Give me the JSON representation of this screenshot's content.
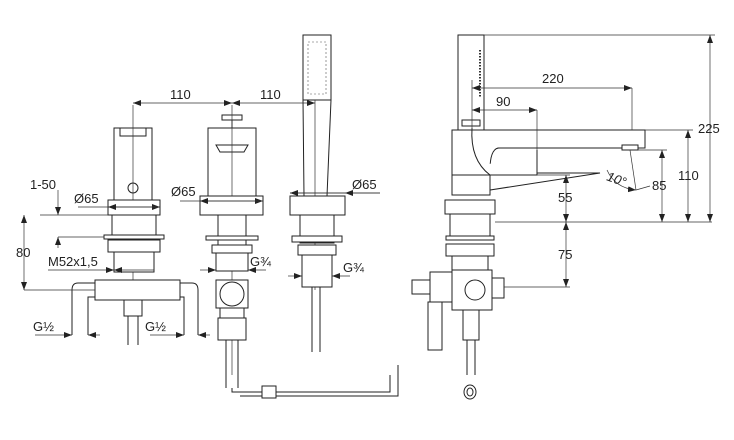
{
  "title": "Bath mixer 3-hole / side view dimension drawing",
  "dimensions": {
    "spacing_left": "110",
    "spacing_right": "110",
    "deck_thickness": "1-50",
    "dia_mixer": "Ø65",
    "dia_valve": "Ø65",
    "dia_handshower": "Ø65",
    "height_80": "80",
    "thread": "M52x1,5",
    "g34_valve": "G¾",
    "g34_handshower": "G¾",
    "g12_left": "G½",
    "g12_right": "G½",
    "reach_220": "220",
    "reach_90": "90",
    "height_225": "225",
    "height_110": "110",
    "height_85": "85",
    "height_55": "55",
    "height_75": "75",
    "angle": "10°"
  }
}
